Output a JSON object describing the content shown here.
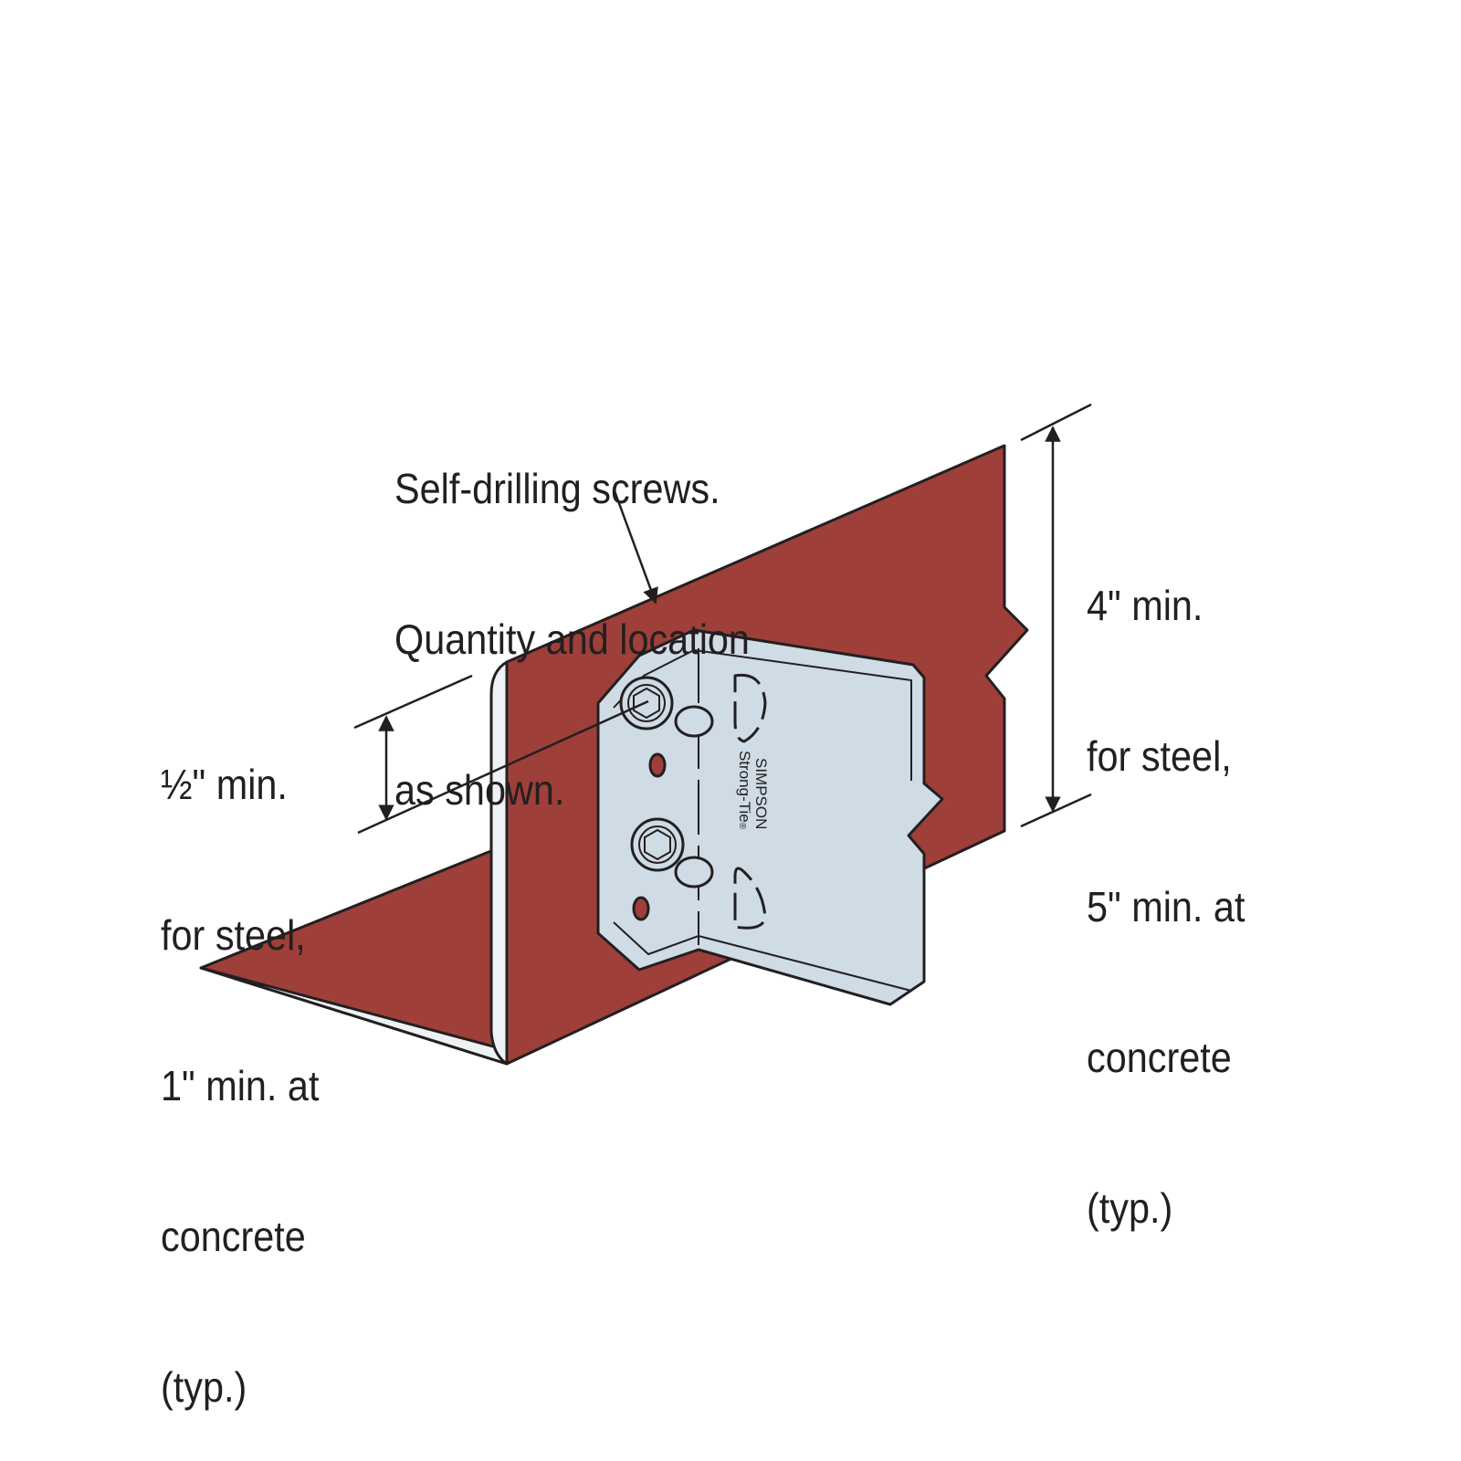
{
  "callouts": {
    "screws": [
      "Self-drilling screws.",
      "Quantity and location",
      "as shown."
    ],
    "edge_distance": [
      "½\" min.",
      "for steel,",
      "1\" min. at",
      "concrete",
      "(typ.)"
    ],
    "height": [
      "4\" min.",
      "for steel,",
      "5\" min. at",
      "concrete",
      "(typ.)"
    ]
  },
  "logo": {
    "line1": "SIMPSON",
    "line2": "Strong-Tie",
    "mark": "®"
  },
  "colors": {
    "steel": "#9e3f3a",
    "bracket": "#cfdbe5",
    "line": "#231f20"
  }
}
